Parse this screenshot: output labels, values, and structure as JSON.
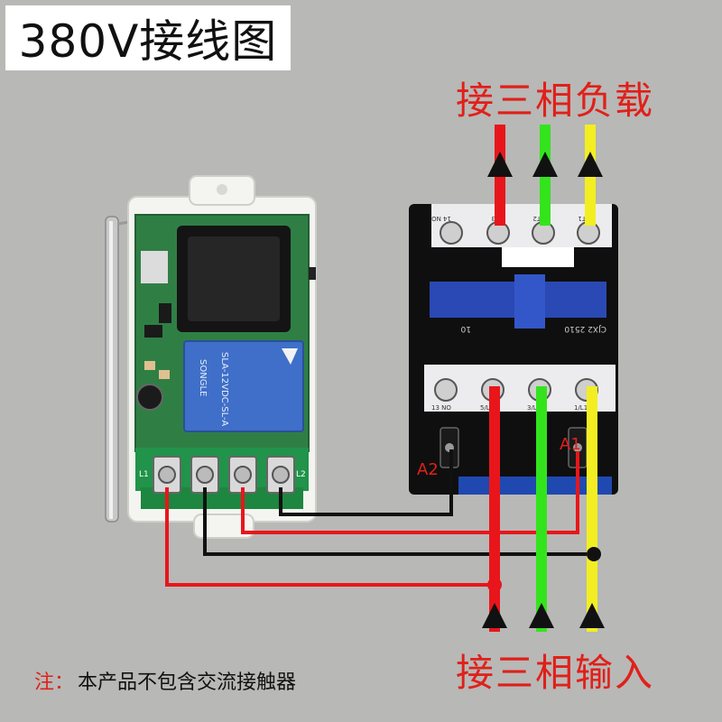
{
  "title": "380V接线图",
  "labels": {
    "load": "接三相负载",
    "input": "接三相输入",
    "a1": "A1",
    "a2": "A2"
  },
  "note": {
    "prefix": "注：",
    "text": "本产品不包含交流接触器"
  },
  "receiver": {
    "terminals": [
      "L1",
      "L2"
    ],
    "relay_text": [
      "SONGLE",
      "SLA-12VDC-SL-A"
    ]
  },
  "contactor": {
    "model": "CJX2 2510",
    "contacts_top": [
      "14 NO",
      "6/T3",
      "4/T2",
      "2/T1"
    ],
    "contacts_bottom": [
      "13 NO",
      "5/L3",
      "3/L2",
      "1/L1"
    ]
  },
  "colors": {
    "phase_red": "#e8161b",
    "phase_green": "#33e41d",
    "phase_yellow": "#f3ee21",
    "wire_black": "#111111",
    "text_red": "#e0201a"
  }
}
